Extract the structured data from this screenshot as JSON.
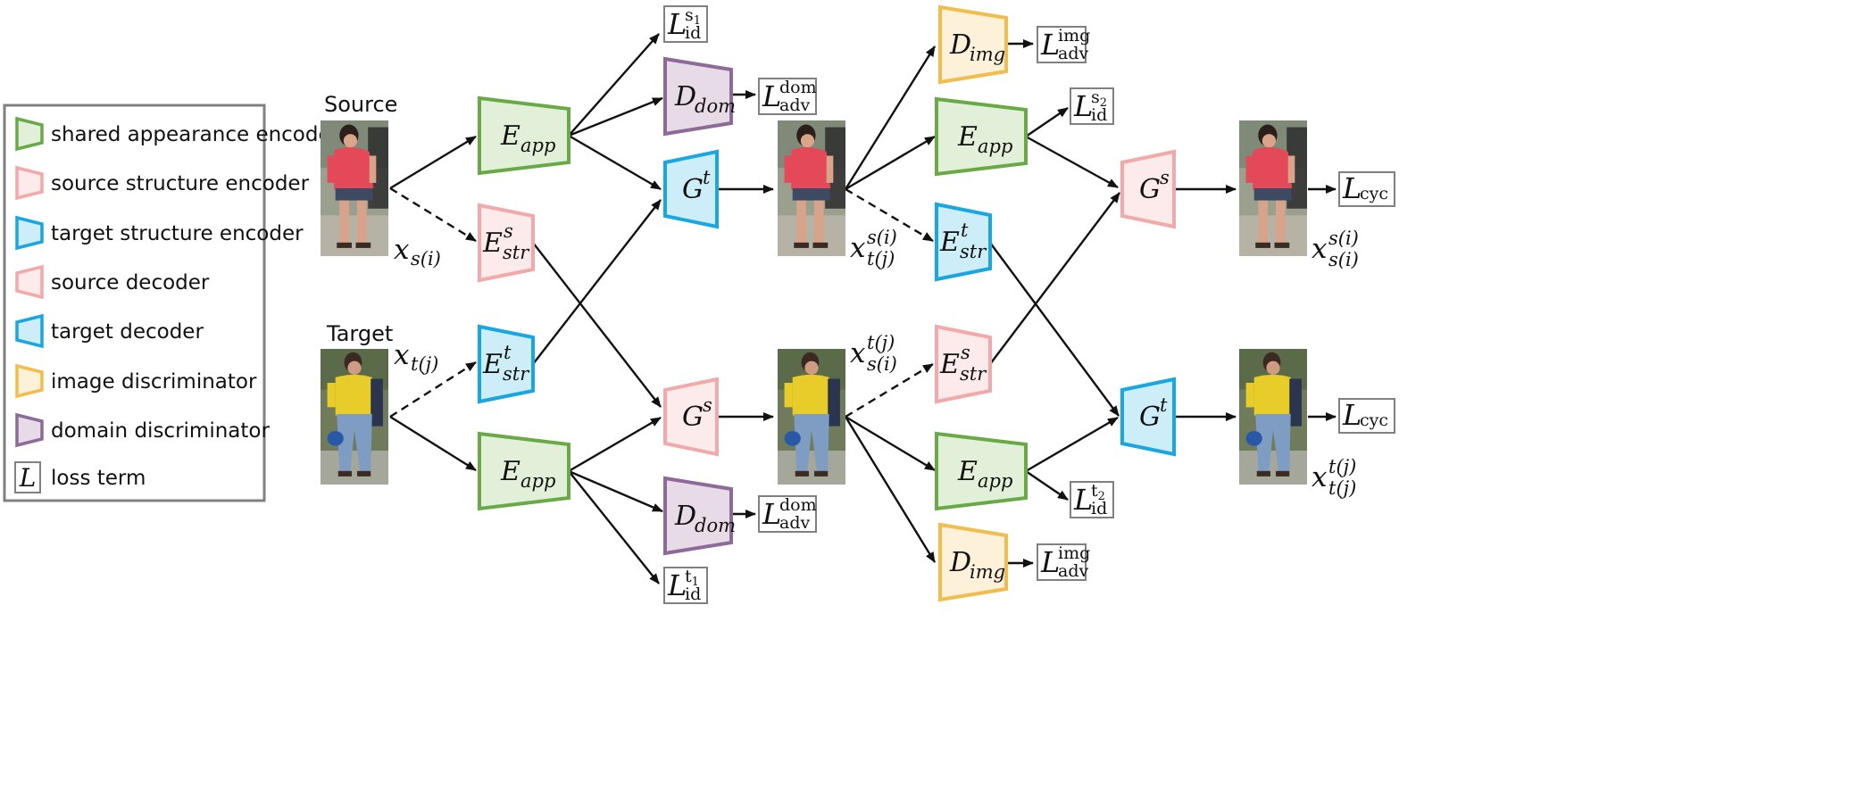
{
  "legend": {
    "items": [
      {
        "label": "shared appearance encoder",
        "shape": "encoder",
        "fill": "#e3f0d9",
        "stroke": "#6aaa46"
      },
      {
        "label": "source structure encoder",
        "shape": "encoder",
        "fill": "#fdeaea",
        "stroke": "#f2a9a9"
      },
      {
        "label": "target structure encoder",
        "shape": "encoder",
        "fill": "#cdeef8",
        "stroke": "#1aa6e0"
      },
      {
        "label": "source decoder",
        "shape": "decoder",
        "fill": "#fdeaea",
        "stroke": "#f2a9a9"
      },
      {
        "label": "target decoder",
        "shape": "decoder",
        "fill": "#cdeef8",
        "stroke": "#1aa6e0"
      },
      {
        "label": "image discriminator",
        "shape": "encoder",
        "fill": "#fdf1da",
        "stroke": "#f1bd4d"
      },
      {
        "label": "domain discriminator",
        "shape": "encoder",
        "fill": "#e7dbe7",
        "stroke": "#8e6a9a"
      },
      {
        "label": "loss term",
        "shape": "loss",
        "symbol": "L"
      }
    ]
  },
  "labels": {
    "source": "Source",
    "target": "Target"
  },
  "variables": {
    "x_s": {
      "main": "x",
      "sub": "s(i)"
    },
    "x_t": {
      "main": "x",
      "sub": "t(j)"
    },
    "x_ts": {
      "main": "x",
      "sup": "s(i)",
      "sub": "t(j)"
    },
    "x_st": {
      "main": "x",
      "sup": "t(j)",
      "sub": "s(i)"
    },
    "x_ss": {
      "main": "x",
      "sup": "s(i)",
      "sub": "s(i)"
    },
    "x_tt": {
      "main": "x",
      "sup": "t(j)",
      "sub": "t(j)"
    }
  },
  "modules": {
    "e_app_1": {
      "main": "E",
      "sub": "app",
      "colors": "app"
    },
    "e_str_s_1": {
      "main": "E",
      "sub": "str",
      "sup": "s",
      "colors": "src"
    },
    "e_str_t_1": {
      "main": "E",
      "sub": "str",
      "sup": "t",
      "colors": "tgt"
    },
    "e_app_2": {
      "main": "E",
      "sub": "app",
      "colors": "app"
    },
    "d_dom_1": {
      "main": "D",
      "sub": "dom",
      "colors": "dom"
    },
    "g_t_1": {
      "main": "G",
      "sup": "t",
      "colors": "tgt"
    },
    "g_s_1": {
      "main": "G",
      "sup": "s",
      "colors": "src"
    },
    "d_dom_2": {
      "main": "D",
      "sub": "dom",
      "colors": "dom"
    },
    "d_img_1": {
      "main": "D",
      "sub": "img",
      "colors": "img"
    },
    "e_app_3": {
      "main": "E",
      "sub": "app",
      "colors": "app"
    },
    "e_str_t_2": {
      "main": "E",
      "sub": "str",
      "sup": "t",
      "colors": "tgt"
    },
    "e_str_s_2": {
      "main": "E",
      "sub": "str",
      "sup": "s",
      "colors": "src"
    },
    "e_app_4": {
      "main": "E",
      "sub": "app",
      "colors": "app"
    },
    "d_img_2": {
      "main": "D",
      "sub": "img",
      "colors": "img"
    },
    "g_s_2": {
      "main": "G",
      "sup": "s",
      "colors": "src"
    },
    "g_t_2": {
      "main": "G",
      "sup": "t",
      "colors": "tgt"
    }
  },
  "losses": {
    "l_id_s1": {
      "main": "L",
      "sub": "id",
      "sup": "s",
      "sup_sub": "1"
    },
    "l_adv_dom_1": {
      "main": "L",
      "sub": "adv",
      "sup": "dom"
    },
    "l_adv_dom_2": {
      "main": "L",
      "sub": "adv",
      "sup": "dom"
    },
    "l_id_t1": {
      "main": "L",
      "sub": "id",
      "sup": "t",
      "sup_sub": "1"
    },
    "l_adv_img_1": {
      "main": "L",
      "sub": "adv",
      "sup": "img"
    },
    "l_id_s2": {
      "main": "L",
      "sub": "id",
      "sup": "s",
      "sup_sub": "2"
    },
    "l_id_t2": {
      "main": "L",
      "sub": "id",
      "sup": "t",
      "sup_sub": "2"
    },
    "l_adv_img_2": {
      "main": "L",
      "sub": "adv",
      "sup": "img"
    },
    "l_cyc_1": {
      "main": "L",
      "sub": "cyc"
    },
    "l_cyc_2": {
      "main": "L",
      "sub": "cyc"
    }
  },
  "palette": {
    "app": {
      "fill": "#e3f0d9",
      "stroke": "#6aaa46"
    },
    "src": {
      "fill": "#fdeaea",
      "stroke": "#f2a9a9"
    },
    "tgt": {
      "fill": "#cdeef8",
      "stroke": "#1aa6e0"
    },
    "img": {
      "fill": "#fdf1da",
      "stroke": "#f1bd4d"
    },
    "dom": {
      "fill": "#e7dbe7",
      "stroke": "#8e6a9a"
    },
    "text": "#111111",
    "border": "#808080"
  },
  "images": {
    "img_source": {
      "alt": "person in red shirt"
    },
    "img_target": {
      "alt": "person in yellow shirt"
    },
    "img_gen_ts": {
      "alt": "generated person in red shirt"
    },
    "img_gen_st": {
      "alt": "generated person in yellow shirt"
    },
    "img_rec_s": {
      "alt": "reconstructed person in red shirt"
    },
    "img_rec_t": {
      "alt": "reconstructed person in yellow shirt"
    }
  }
}
